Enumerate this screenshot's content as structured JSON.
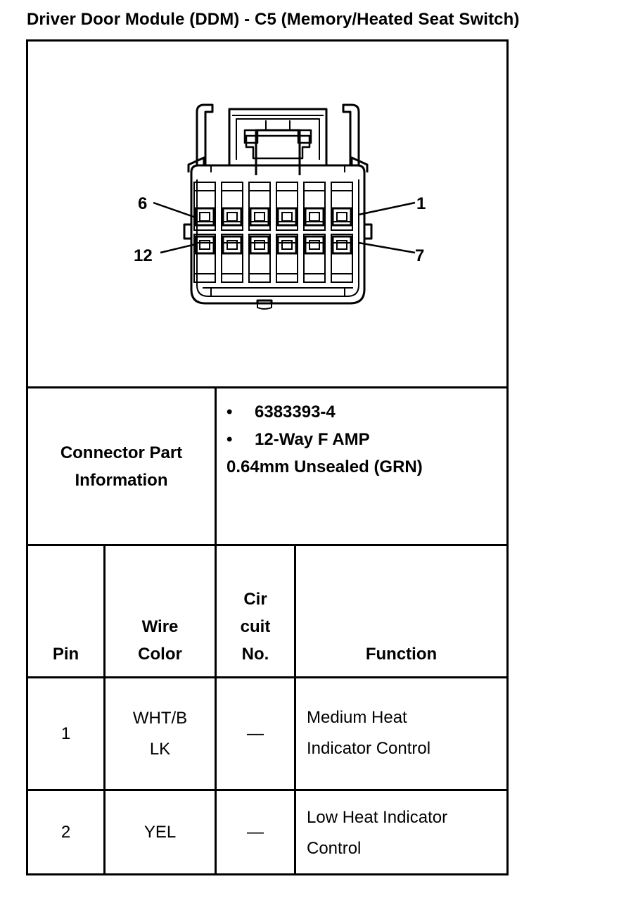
{
  "title": "Driver Door Module (DDM) - C5 (Memory/Heated Seat Switch)",
  "diagram": {
    "pin_labels": [
      "6",
      "1",
      "12",
      "7"
    ]
  },
  "connector_info": {
    "label": "Connector Part Information",
    "lines": [
      "6383393-4",
      "12-Way F AMP",
      "0.64mm Unsealed (GRN)"
    ],
    "bullet": "•"
  },
  "table": {
    "headers": {
      "pin": "Pin",
      "wire_color": [
        "Wire",
        "Color"
      ],
      "circuit": [
        "Cir",
        "cuit",
        "No."
      ],
      "function": "Function"
    },
    "rows": [
      {
        "pin": "1",
        "wire_color": [
          "WHT/B",
          "LK"
        ],
        "circuit": "—",
        "function": [
          "Medium Heat",
          "Indicator Control"
        ]
      },
      {
        "pin": "2",
        "wire_color": [
          "YEL"
        ],
        "circuit": "—",
        "function": [
          "Low Heat Indicator",
          "Control"
        ]
      }
    ]
  }
}
